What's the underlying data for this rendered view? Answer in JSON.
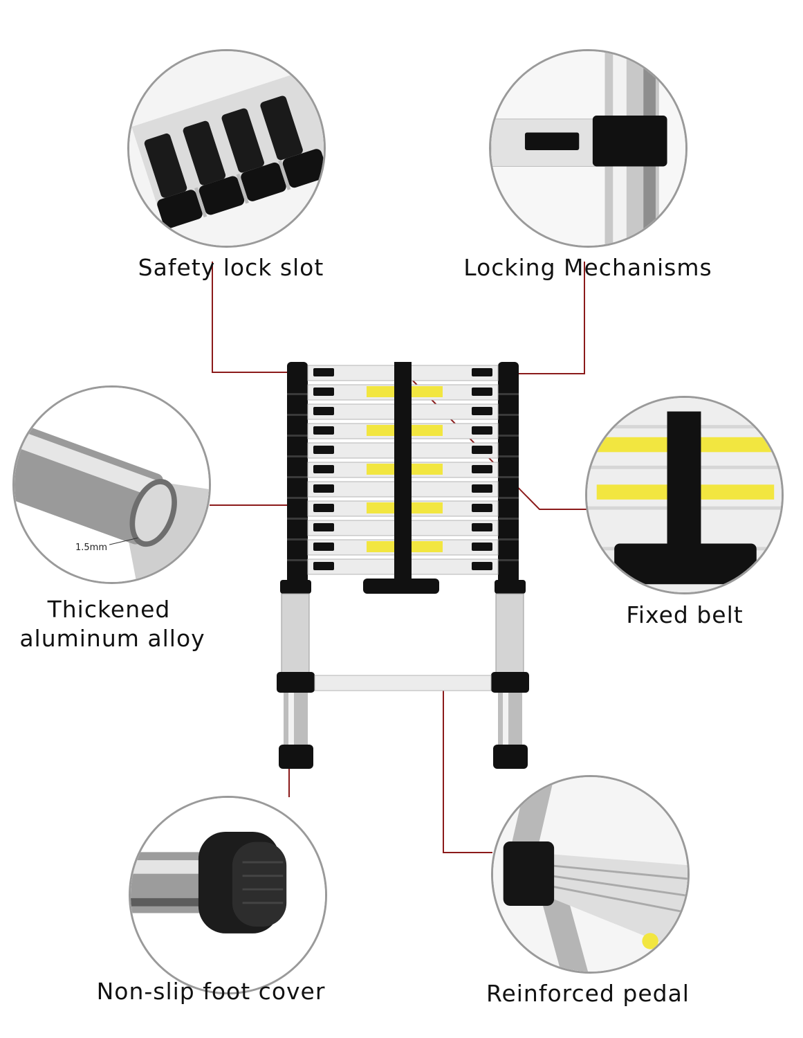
{
  "features": {
    "safety_lock": {
      "label": "Safety lock slot"
    },
    "locking": {
      "label": "Locking Mechanisms"
    },
    "alloy": {
      "label_line1": "Thickened",
      "label_line2": "aluminum alloy",
      "dimension": "1.5mm"
    },
    "belt": {
      "label": "Fixed belt"
    },
    "foot": {
      "label": "Non-slip foot cover"
    },
    "pedal": {
      "label": "Reinforced pedal"
    }
  },
  "colors": {
    "connector": "#8b1a1a",
    "circle_border": "#9a9a9a",
    "warning_label": "#f2e640"
  }
}
